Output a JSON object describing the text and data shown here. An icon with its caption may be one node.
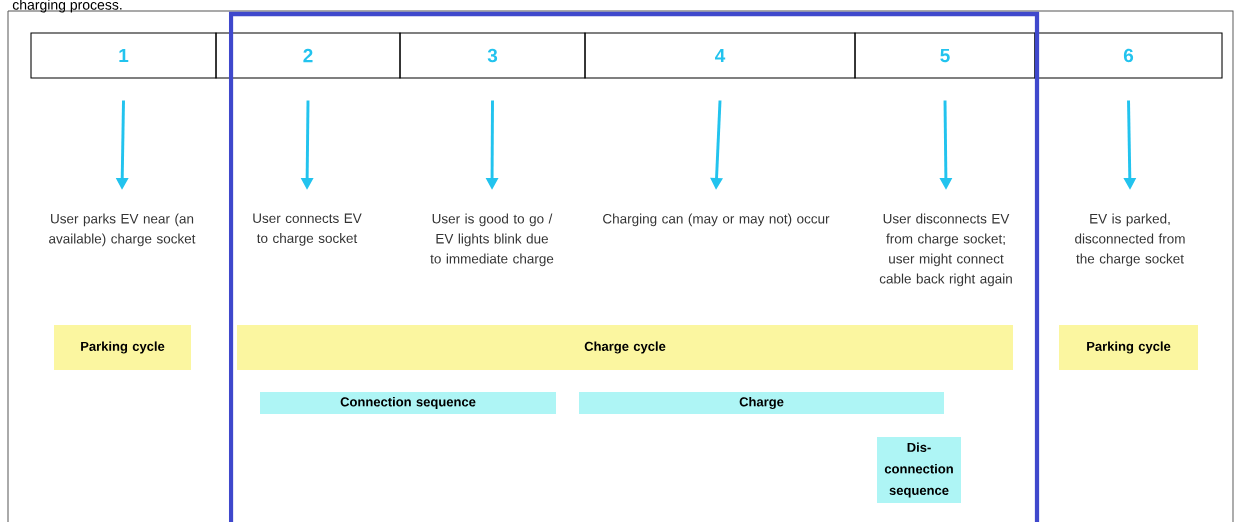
{
  "diagram": {
    "nodes": [
      {
        "text": [
          "1"
        ]
      },
      {
        "text": [
          "2"
        ]
      },
      {
        "text": [
          "3"
        ]
      },
      {
        "text": [
          "4"
        ]
      },
      {
        "text": [
          "5"
        ]
      },
      {
        "text": [
          "6"
        ]
      },
      {
        "text": [
          "User parks EV near (an available) charge socket"
        ]
      },
      {
        "text": [
          "User connects EV to charge socket"
        ]
      },
      {
        "text": [
          "User is good to go / EV lights blink due to immediate charge"
        ]
      },
      {
        "text": [
          "Charging can (may or may not) occur"
        ]
      },
      {
        "text": [
          "User disconnects EV from charge socket; user might connect cable back right again"
        ]
      },
      {
        "text": [
          "EV is parked, disconnected from the charge socket"
        ]
      },
      {
        "text": [
          "Parking cycle"
        ]
      },
      {
        "text": [
          "Charge cycle"
        ]
      },
      {
        "text": [
          "Parking cycle"
        ]
      },
      {
        "text": [
          "Connection sequence"
        ]
      },
      {
        "text": [
          "Charge"
        ]
      },
      {
        "text": [
          "Dis-connection sequence"
        ]
      }
    ],
    "edges": [
      {
        "from": 0,
        "to": 6,
        "arrow": "to"
      },
      {
        "from": 1,
        "to": 7,
        "arrow": "to"
      },
      {
        "from": 2,
        "to": 8,
        "arrow": "to"
      },
      {
        "from": 3,
        "to": 9,
        "arrow": "to"
      },
      {
        "from": 4,
        "to": 10,
        "arrow": "to"
      },
      {
        "from": 5,
        "to": 11,
        "arrow": "to"
      }
    ],
    "labels": [
      "charging process."
    ]
  }
}
